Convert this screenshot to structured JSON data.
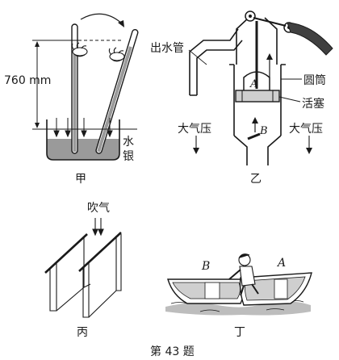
{
  "panels": {
    "jia": {
      "caption": "甲",
      "height_label": "760 mm",
      "mercury_label_1": "水",
      "mercury_label_2": "银"
    },
    "yi": {
      "caption": "乙",
      "outlet_label": "出水管",
      "cylinder_label": "圆筒",
      "piston_label": "活塞",
      "atm_left": "大气压",
      "atm_right": "大气压",
      "valve_a": "A",
      "valve_b": "B"
    },
    "bing": {
      "caption": "丙",
      "blow_label": "吹气"
    },
    "ding": {
      "caption": "丁",
      "boat_b": "B",
      "boat_a": "A"
    }
  },
  "footer": {
    "question": "第 43 题"
  },
  "colors": {
    "ink": "#1a1a1a",
    "mercury": "#9a9a9a",
    "shade": "#cfcfcf",
    "water": "#bdbdbd"
  }
}
